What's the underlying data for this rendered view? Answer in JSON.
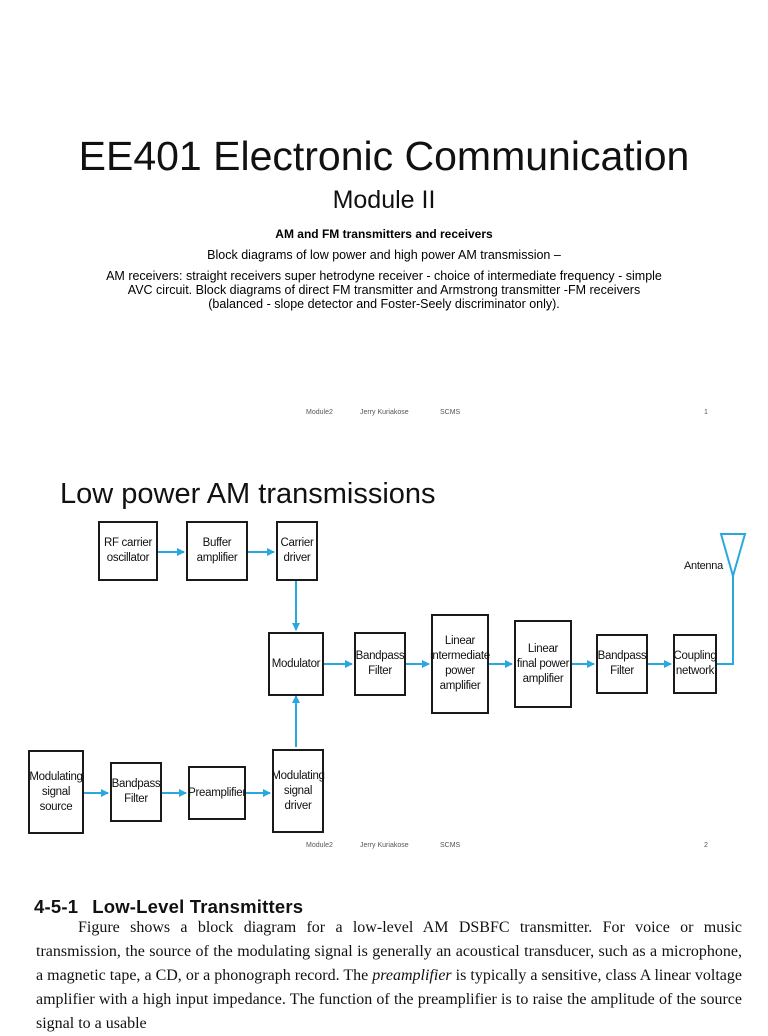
{
  "slide1": {
    "title": "EE401 Electronic Communication",
    "module": "Module II",
    "subtitle": "AM and FM transmitters and receivers",
    "line1": "Block diagrams of low power and high power AM transmission –",
    "paragraph": "AM receivers: straight receivers super hetrodyne receiver - choice of intermediate frequency - simple AVC circuit. Block diagrams of direct FM transmitter and Armstrong transmitter -FM receivers (balanced - slope detector and Foster-Seely discriminator only).",
    "footer": {
      "module": "Module2",
      "author": "Jerry Kuriakose",
      "org": "SCMS",
      "page": "1"
    }
  },
  "slide2": {
    "title": "Low power AM transmissions",
    "blocks": {
      "rf_oscillator": "RF carrier\noscillator",
      "buffer_amp": "Buffer\namplifier",
      "carrier_driver": "Carrier\ndriver",
      "modulator": "Modulator",
      "bpf1": "Bandpass\nFilter",
      "linear_ipa": "Linear\nintermediate\npower\namplifier",
      "linear_fpa": "Linear\nfinal power\namplifier",
      "bpf2": "Bandpass\nFilter",
      "coupling": "Coupling\nnetwork",
      "mod_source": "Modulating\nsignal\nsource",
      "bpf3": "Bandpass\nFilter",
      "preamp": "Preamplifier",
      "mod_driver": "Modulating\nsignal\ndriver"
    },
    "antenna_label": "Antenna",
    "arrow_color": "#29a8e0",
    "footer": {
      "module": "Module2",
      "author": "Jerry Kuriakose",
      "org": "SCMS",
      "page": "2"
    }
  },
  "slide3": {
    "heading_num": "4-5-1",
    "heading_text": "Low-Level Transmitters",
    "body_a": "Figure shows a block diagram for a low-level AM DSBFC transmitter. For voice or music transmission, the source of the modulating signal is generally an acoustical transducer, such as a microphone, a magnetic tape, a CD, or a phonograph record. The ",
    "body_em1": "preamplifier",
    "body_b": " is typically a sensitive, class A linear voltage amplifier with a high input impedance. The function of the preamplifier is to raise the amplitude of the source signal to a usable"
  }
}
